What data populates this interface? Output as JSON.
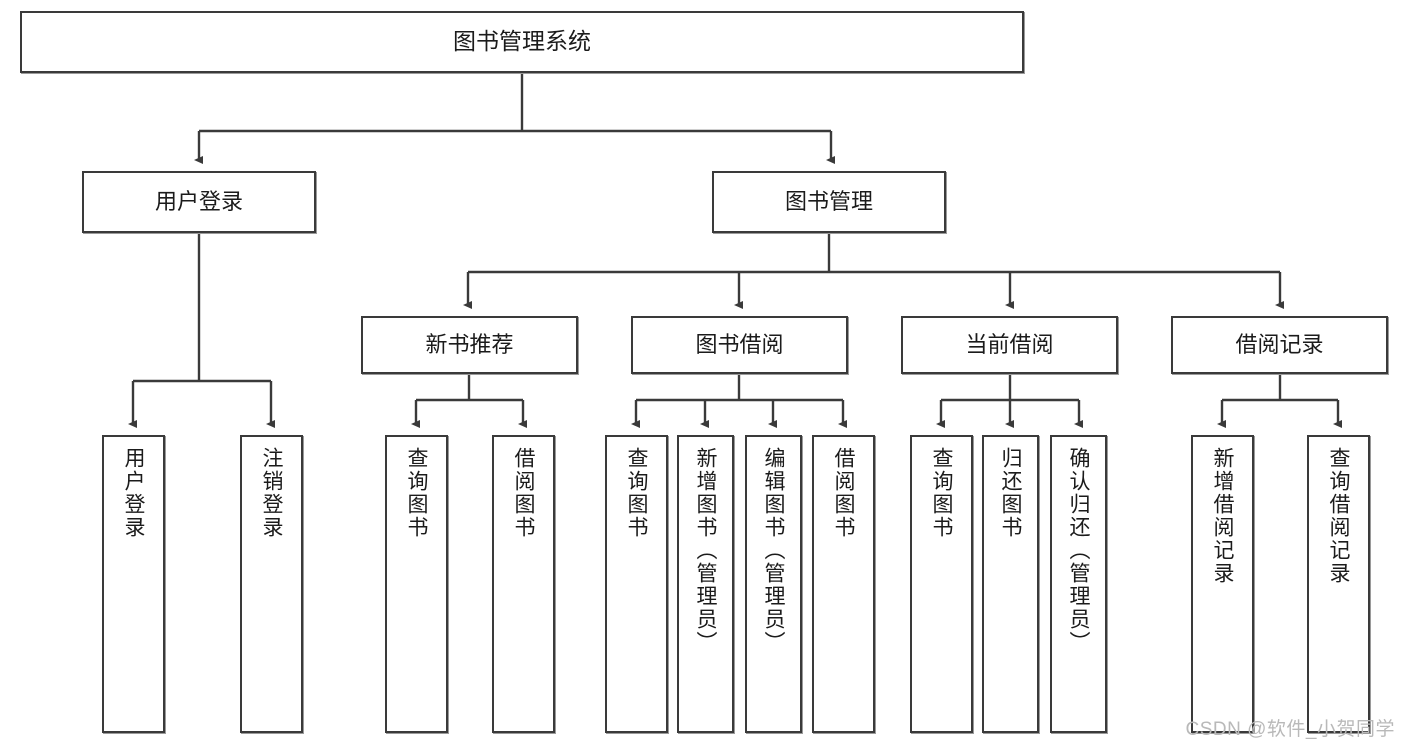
{
  "diagram": {
    "title": "图书管理系统",
    "watermark": "CSDN @软件_小贺同学",
    "accent_color": "#3a3a3a",
    "background_color": "#ffffff",
    "root": {
      "label": "图书管理系统"
    },
    "level2": [
      {
        "label": "用户登录"
      },
      {
        "label": "图书管理"
      }
    ],
    "level3": [
      {
        "label": "新书推荐"
      },
      {
        "label": "图书借阅"
      },
      {
        "label": "当前借阅"
      },
      {
        "label": "借阅记录"
      }
    ],
    "leaves": {
      "user_login": [
        {
          "label": "用户登录"
        },
        {
          "label": "注销登录"
        }
      ],
      "new_book_recommend": [
        {
          "label": "查询图书"
        },
        {
          "label": "借阅图书"
        }
      ],
      "book_borrow": [
        {
          "label": "查询图书"
        },
        {
          "label": "新增图书（管理员）"
        },
        {
          "label": "编辑图书（管理员）"
        },
        {
          "label": "借阅图书"
        }
      ],
      "current_borrow": [
        {
          "label": "查询图书"
        },
        {
          "label": "归还图书"
        },
        {
          "label": "确认归还（管理员）"
        }
      ],
      "borrow_record": [
        {
          "label": "新增借阅记录"
        },
        {
          "label": "查询借阅记录"
        }
      ]
    }
  }
}
